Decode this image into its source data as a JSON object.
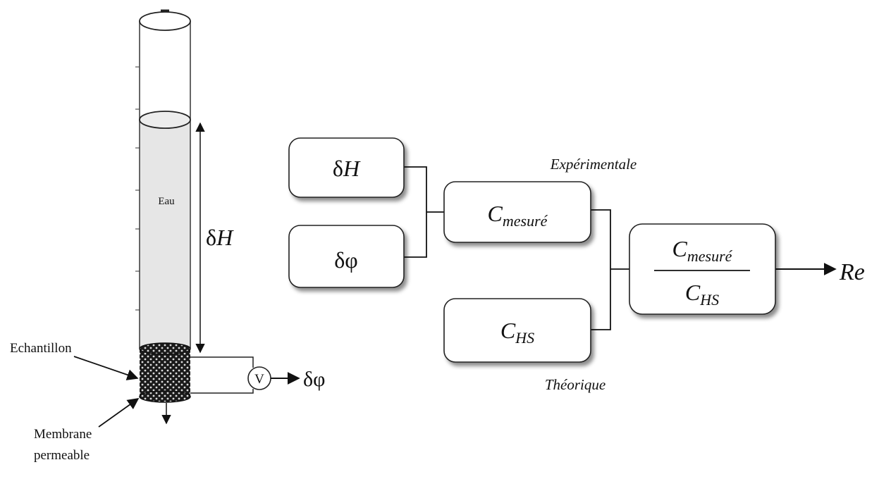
{
  "apparatus": {
    "water_label": "Eau",
    "height_label_greek": "δ",
    "height_label_var": "H",
    "sample_label": "Echantillon",
    "membrane_label_line1": "Membrane",
    "membrane_label_line2": "permeable",
    "voltmeter_label": "V",
    "potential_output": "δφ"
  },
  "flow": {
    "input_height_greek": "δ",
    "input_height_var": "H",
    "input_potential": "δφ",
    "measured_main": "C",
    "measured_sub": "mesuré",
    "experimental_label": "Expérimentale",
    "theoretical_main": "C",
    "theoretical_sub": "HS",
    "theoretical_label": "Théorique",
    "ratio_num_main": "C",
    "ratio_num_sub": "mesuré",
    "ratio_den_main": "C",
    "ratio_den_sub": "HS",
    "output_label": "Re"
  }
}
